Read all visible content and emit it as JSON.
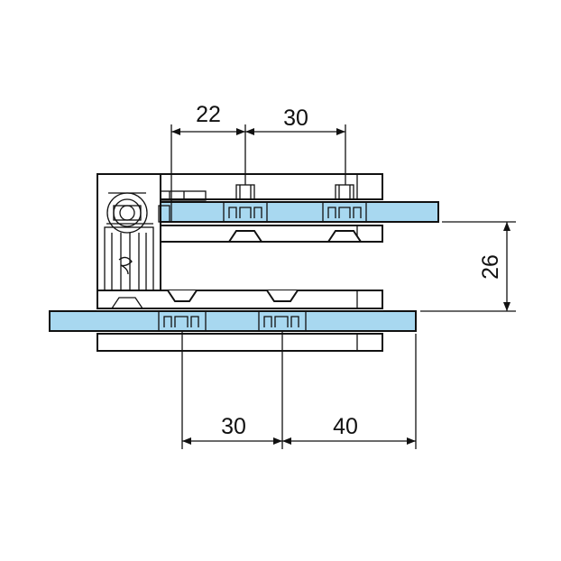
{
  "colors": {
    "glass": "#a8d8f0",
    "outline": "#111111",
    "metal": "#ffffff"
  },
  "dimensions": {
    "top_left": "22",
    "top_right": "30",
    "right_vertical": "26",
    "bottom_left": "30",
    "bottom_right": "40"
  }
}
